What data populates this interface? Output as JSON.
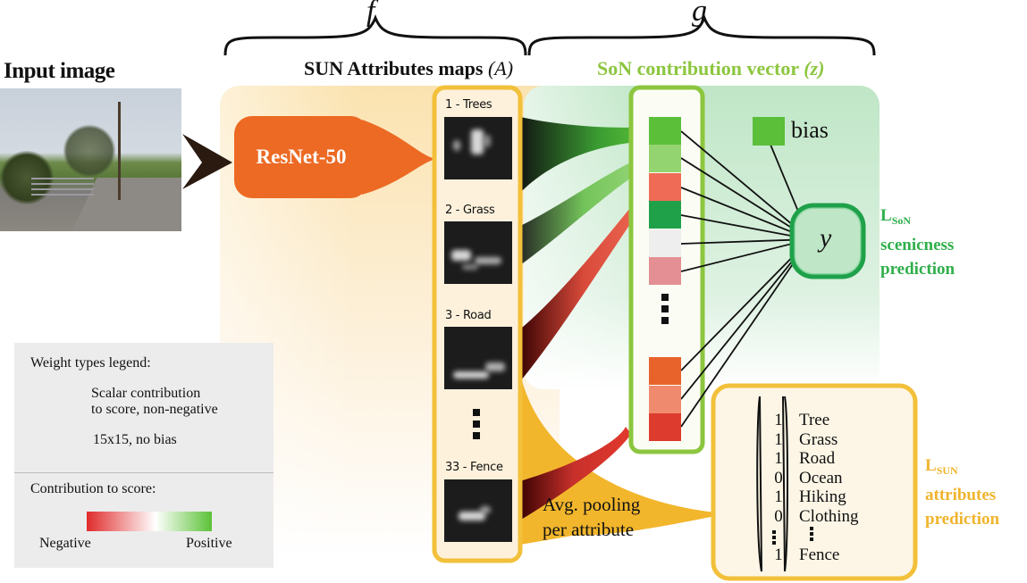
{
  "input_title": "Input image",
  "f_label": "f",
  "g_label": "g",
  "sun_title": "SUN Attributes maps",
  "sun_symbol": "(A)",
  "son_title": "SoN contribution vector",
  "son_symbol": "(z)",
  "resnet_label": "ResNet-50",
  "attribute_maps": [
    "1 - Trees",
    "2 - Grass",
    "3 - Road",
    "33 - Fence"
  ],
  "bias_label": "bias",
  "y_label": "y",
  "lson": {
    "L": "L",
    "sub": "SoN",
    "line1": "scenicness",
    "line2": "prediction"
  },
  "lsun": {
    "L": "L",
    "sub": "SUN",
    "line1": "attributes",
    "line2": "prediction"
  },
  "attributes": [
    {
      "value": "1",
      "name": "Tree"
    },
    {
      "value": "1",
      "name": "Grass"
    },
    {
      "value": "1",
      "name": "Road"
    },
    {
      "value": "0",
      "name": "Ocean"
    },
    {
      "value": "1",
      "name": "Hiking"
    },
    {
      "value": "0",
      "name": "Clothing"
    },
    {
      "value": "1",
      "name": "Fence"
    }
  ],
  "pooling": {
    "line1": "Avg. pooling",
    "line2": "per attribute"
  },
  "legend": {
    "title": "Weight types legend:",
    "scalar_line1": "Scalar contribution",
    "scalar_line2": "to score, non-negative",
    "conv": "15x15, no bias",
    "contrib_title": "Contribution to score:",
    "negative": "Negative",
    "positive": "Positive"
  },
  "colors": {
    "son_cells": [
      "#5bbf3a",
      "#94d470",
      "#ef6b55",
      "#1fa14a",
      "#eeeeee",
      "#e38f93",
      "#e8622c",
      "#f08a6e",
      "#dd3b2e"
    ],
    "bias": "#5bbf3a",
    "resnet": "#ec6a24",
    "sun_border": "#f2c03a",
    "son_border": "#8cc63f",
    "lson": "#2eaf4a",
    "lsun": "#f0b42c"
  }
}
